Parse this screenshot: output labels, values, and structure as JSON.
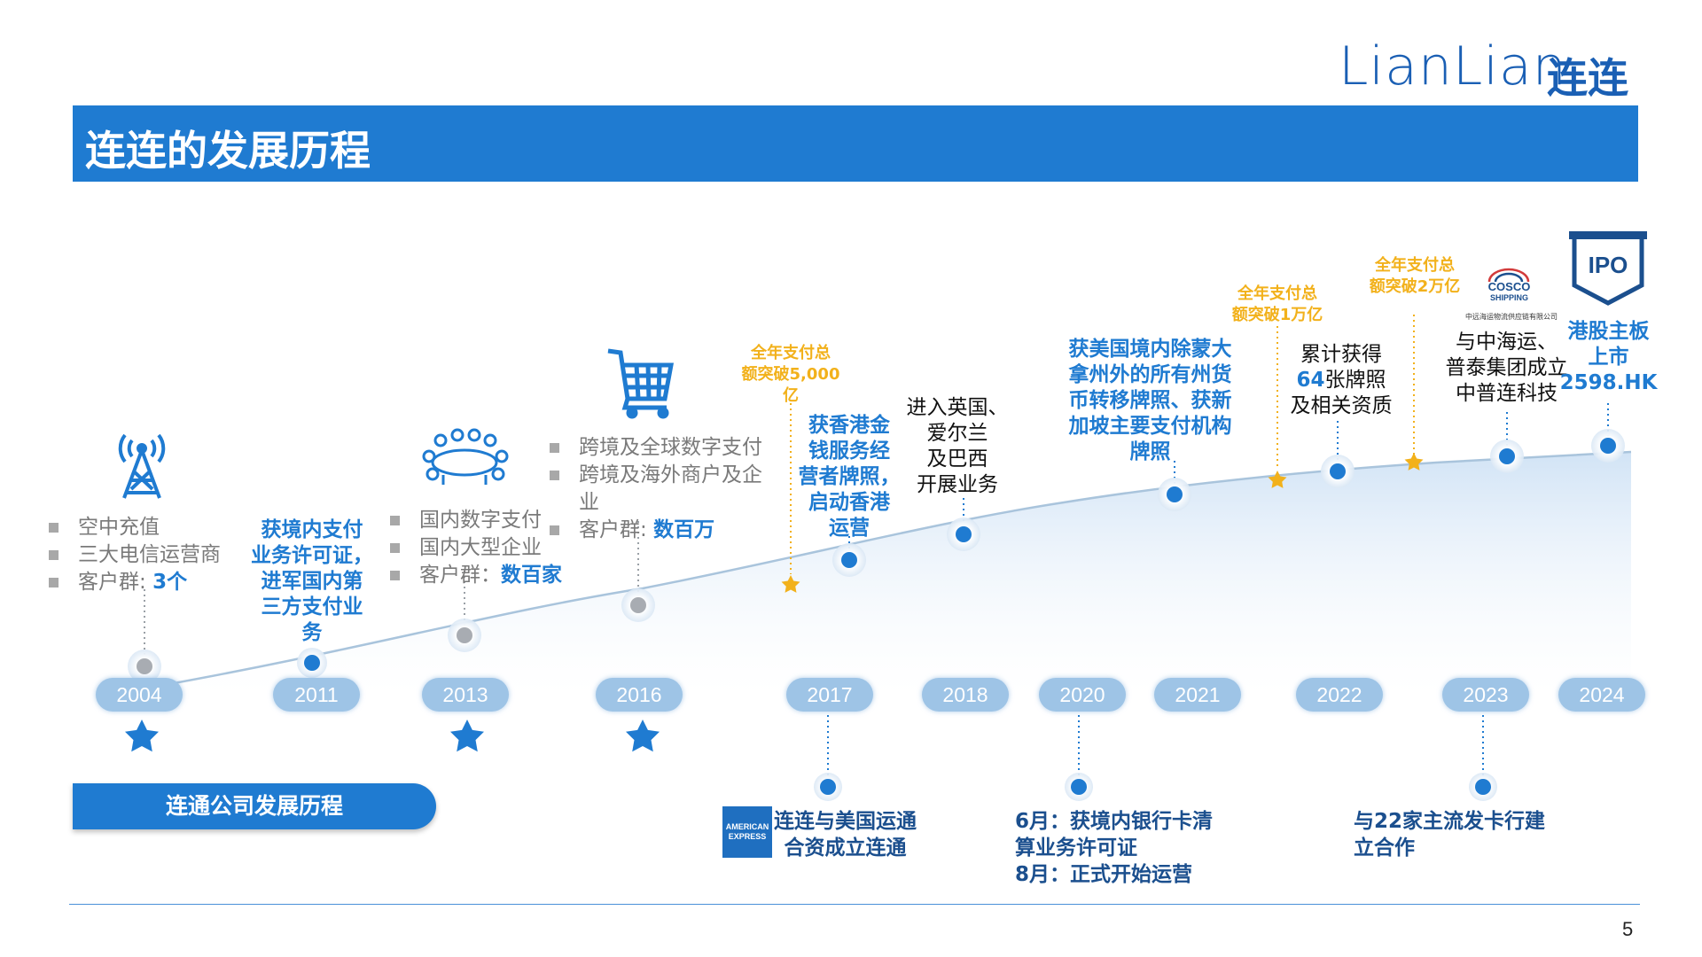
{
  "logo": {
    "en": "LianLian",
    "cn": "连连"
  },
  "title": "连连的发展历程",
  "page_number": "5",
  "bottom_badge": "连通公司发展历程",
  "years": [
    "2004",
    "2011",
    "2013",
    "2016",
    "2017",
    "2018",
    "2020",
    "2021",
    "2022",
    "2023",
    "2024"
  ],
  "milestones": {
    "y2004": {
      "b1": "空中充值",
      "b2": "三大电信运营商",
      "b3_label": "客户群: ",
      "b3_value": "3个"
    },
    "y2011": {
      "l1": "获境内支付",
      "l2": "业务许可证，",
      "l3": "进军国内第",
      "l4": "三方支付业",
      "l5": "务"
    },
    "y2013": {
      "b1": "国内数字支付",
      "b2": "国内大型企业",
      "b3_label": "客户群：",
      "b3_value": "数百家"
    },
    "y2016": {
      "b1": "跨境及全球数字支付",
      "b2a": "跨境及海外商户及企",
      "b2b": "业",
      "b3_label": "客户群: ",
      "b3_value": "数百万"
    },
    "y2017": {
      "g1": "全年支付总",
      "g2": "额突破5,000",
      "g3": "亿",
      "l1": "获香港金",
      "l2": "钱服务经",
      "l3": "营者牌照，",
      "l4": "启动香港",
      "l5": "运营"
    },
    "y2018": {
      "l1": "进入英国、",
      "l2": "爱尔兰",
      "l3": "及巴西",
      "l4": "开展业务"
    },
    "y2021": {
      "l1": "获美国境内除蒙大",
      "l2": "拿州外的所有州货",
      "l3": "币转移牌照、获新",
      "l4": "加坡主要支付机构",
      "l5": "牌照",
      "g1": "全年支付总",
      "g2": "额突破1万亿"
    },
    "y2022": {
      "l1": "累计获得",
      "l2_num": "64",
      "l2_rest": "张牌照",
      "l3": "及相关资质",
      "g1": "全年支付总",
      "g2": "额突破2万亿"
    },
    "y2023": {
      "l1": "与中海运、",
      "l2": "普泰集团成立",
      "l3": "中普连科技",
      "logo_word": "COSCO",
      "logo_word2": "SHIPPING",
      "logo_caption": "中远海运物流供应链有限公司"
    },
    "y2024": {
      "badge": "IPO",
      "l1": "港股主板",
      "l2": "上市",
      "l3": "2598.HK"
    }
  },
  "lower_events": {
    "y2017": {
      "amex": "AMERICAN EXPRESS",
      "l1": "连连与美国运通",
      "l2": "合资成立连通"
    },
    "y2020": {
      "l1": "6月：获境内银行卡清",
      "l2": "算业务许可证",
      "l3": "8月：正式开始运营"
    },
    "y2023": {
      "l1": "与22家主流发卡行建",
      "l2": "立合作"
    }
  },
  "colors": {
    "brand_blue": "#1f7bd1",
    "logo_blue": "#1a5fb4",
    "gold": "#f2b11b",
    "navy": "#1b4f8e",
    "year_pill": "#9ec4e6",
    "grey_text": "#7a7a7a"
  }
}
